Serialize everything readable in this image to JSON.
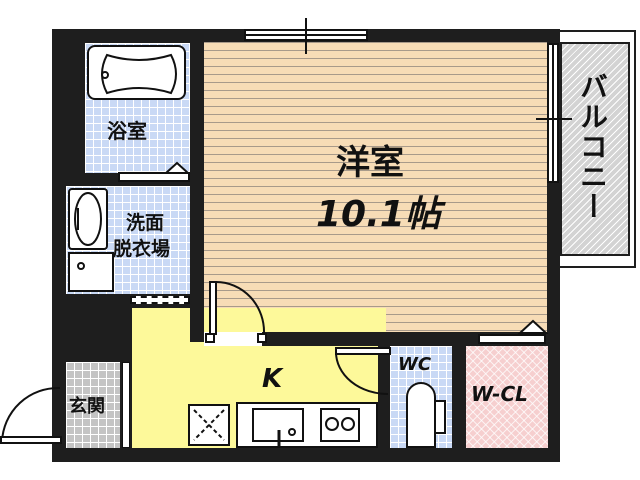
{
  "floorplan": {
    "rooms": {
      "western_room": {
        "name": "洋室",
        "size": "10.1帖"
      },
      "bathroom": {
        "name": "浴室"
      },
      "washroom": {
        "line1": "洗面",
        "line2": "脱衣場"
      },
      "entrance": {
        "name": "玄関"
      },
      "kitchen": {
        "name": "K"
      },
      "toilet": {
        "name": "WC"
      },
      "closet": {
        "name": "W-CL"
      },
      "balcony": {
        "name": "バルコニー"
      }
    },
    "colors": {
      "wall": "#1e1e1e",
      "wood_floor": "#f7dcb6",
      "kitchen_floor": "#fdf99a",
      "tile_blue": "#c9d9f5",
      "tile_gray": "#c4c4c4",
      "closet_floor": "#f6cfcf",
      "balcony_floor": "#d3d3d3"
    }
  }
}
